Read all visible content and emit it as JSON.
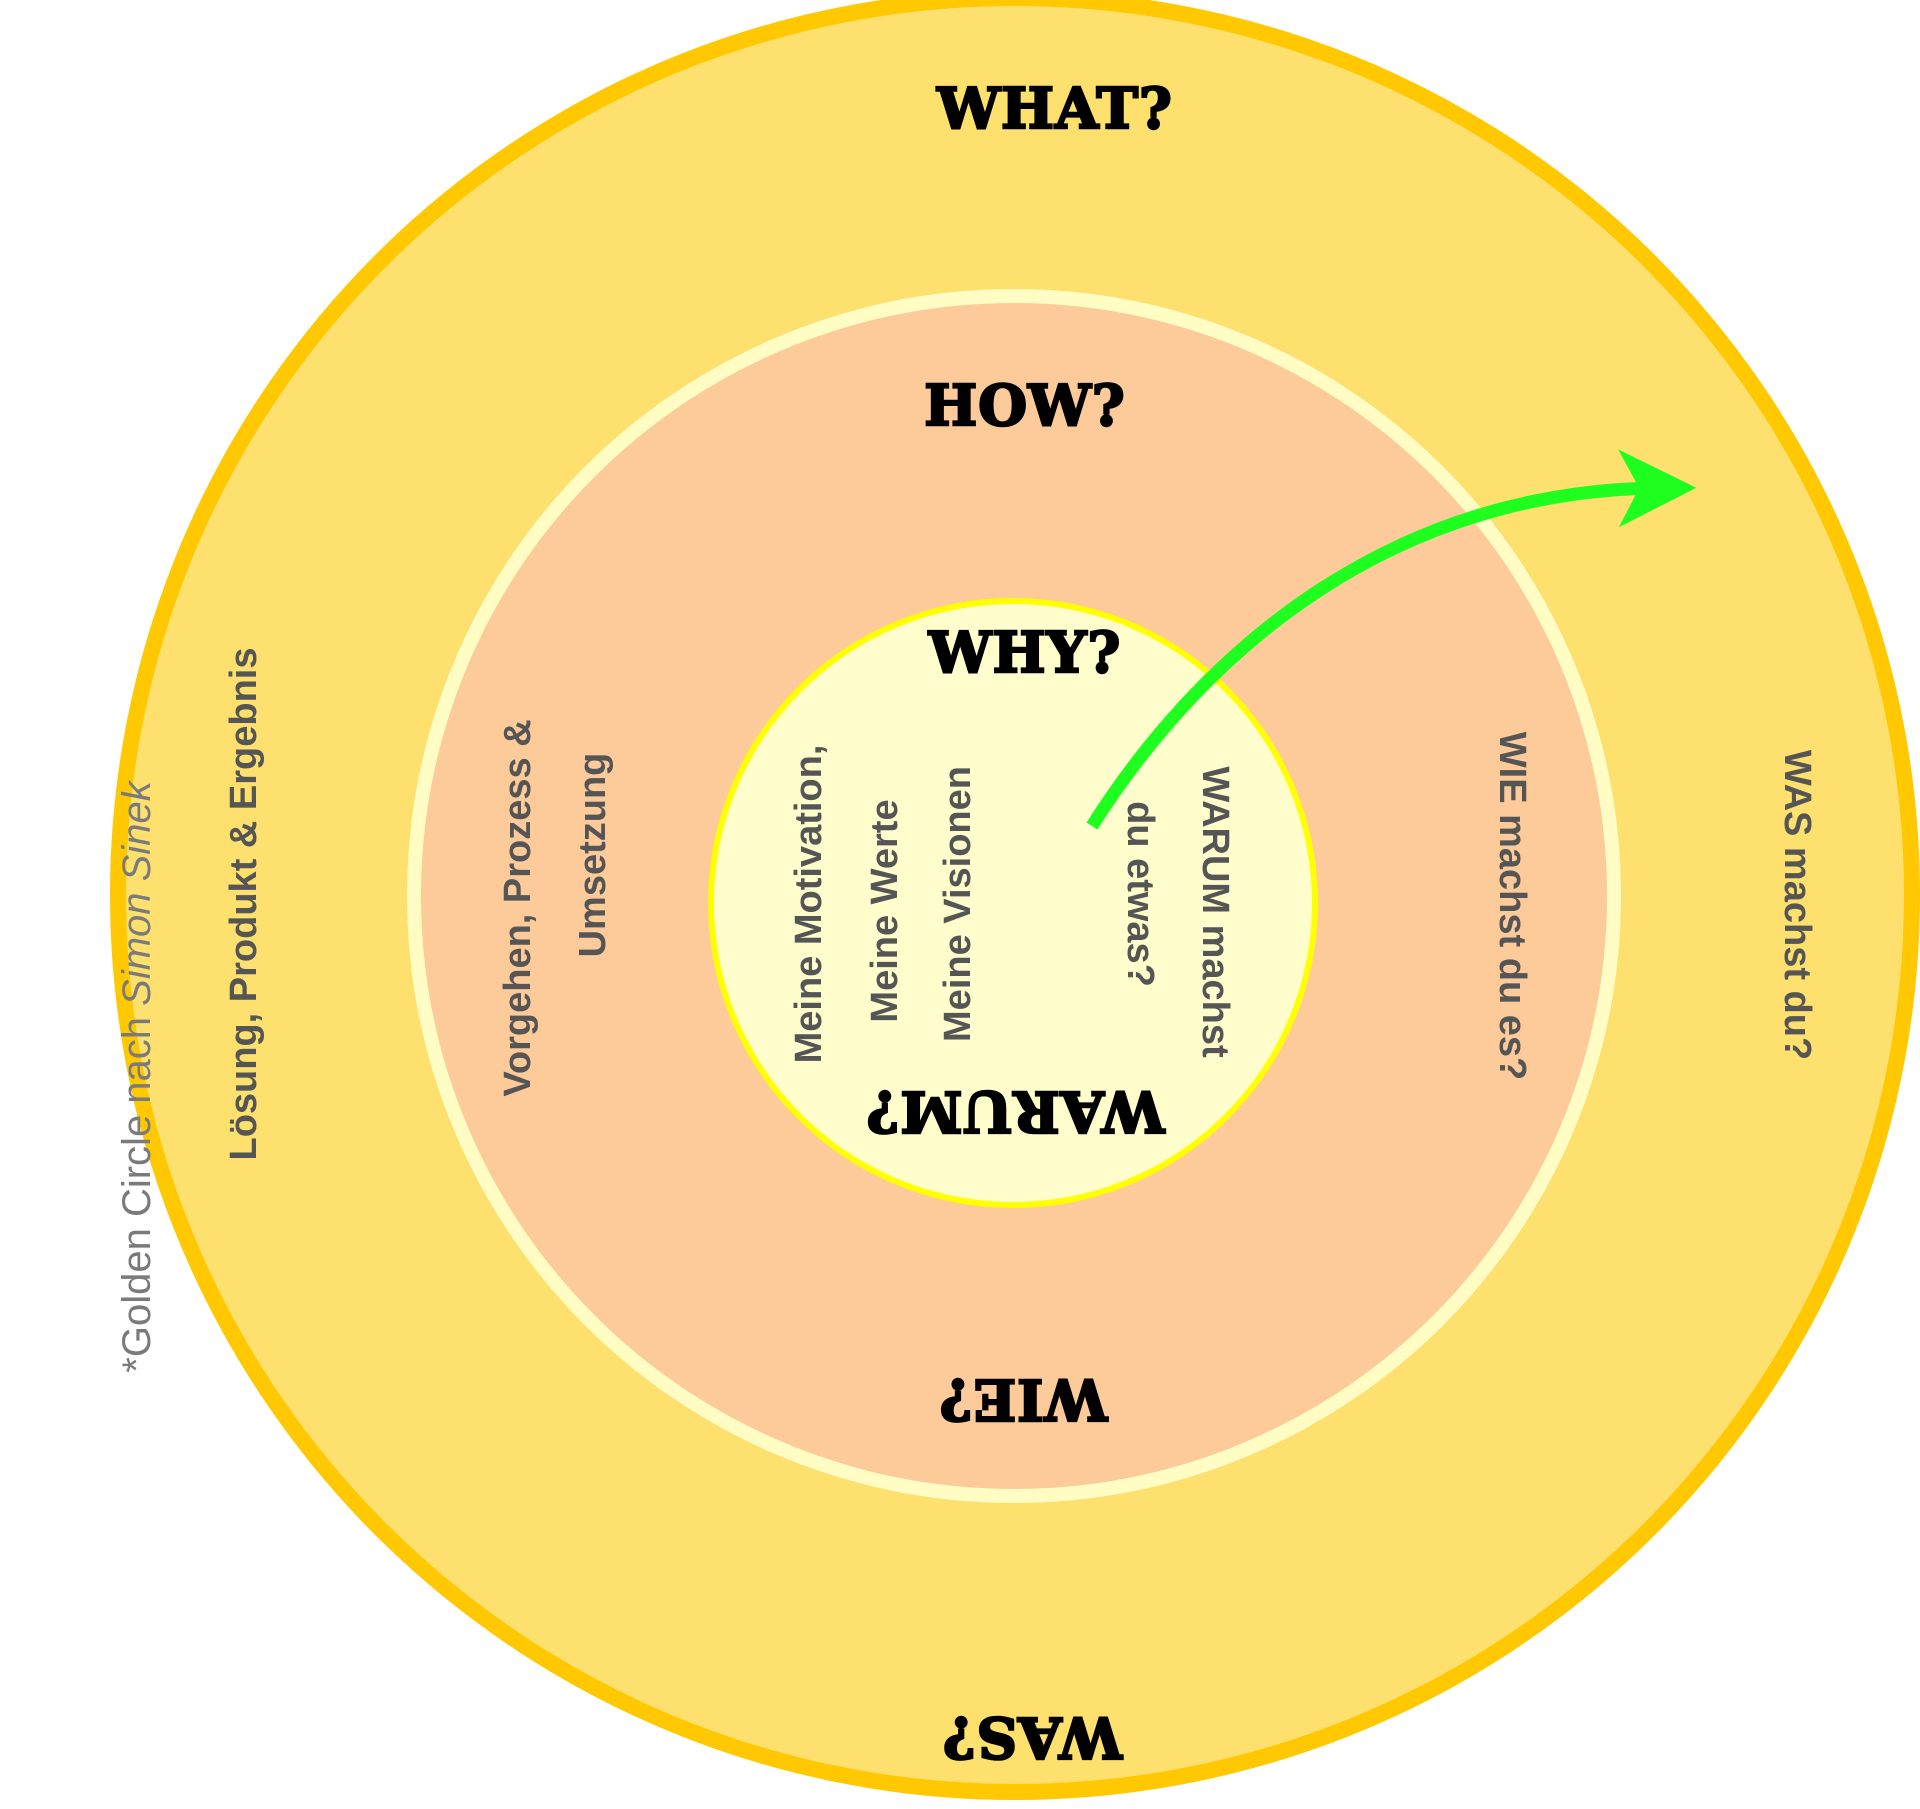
{
  "colors": {
    "outer_ring_fill": "#FDE06D",
    "outer_ring_border": "#FFC800",
    "middle_ring_fill": "#FDCA9A",
    "middle_ring_border": "#FFFCC4",
    "inner_circle_fill": "#FFFDCC",
    "inner_circle_border": "#FFFF00",
    "arrow": "#1FFF1F",
    "label_text": "#555555",
    "credit_text": "#7A7A7A"
  },
  "outer_circle": {
    "heading_top": "WHAT?",
    "heading_bottom": "WAS?",
    "left_label": "Lösung, Produkt & Ergebnis",
    "right_label": "WAS machst du?"
  },
  "middle_circle": {
    "heading_top": "HOW?",
    "heading_bottom": "WIE?",
    "left_label_line1": "Vorgehen, Prozess &",
    "left_label_line2": "Umsetzung",
    "right_label": "WIE machst du es?"
  },
  "inner_circle": {
    "heading_top": "WHY?",
    "heading_bottom": "WARUM?",
    "left_lines": [
      "Meine Motivation,",
      "Meine Werte",
      "Meine Visionen"
    ],
    "right_line1": "WARUM machst",
    "right_line2": "du etwas?"
  },
  "credit": {
    "prefix": "*Golden Circle nach ",
    "author": "Simon Sinek"
  },
  "arrow_icon": "curved-arrow-icon"
}
